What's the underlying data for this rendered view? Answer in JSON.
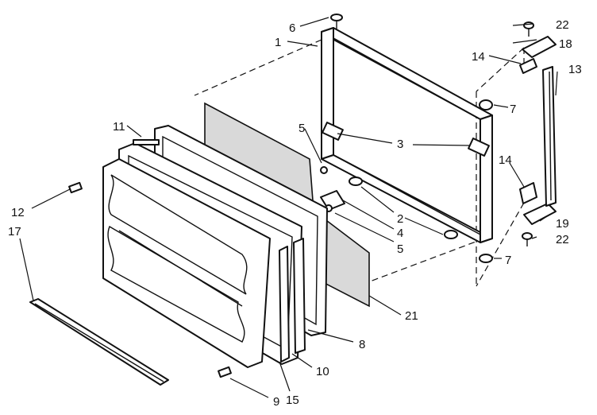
{
  "diagram": {
    "callouts": [
      {
        "id": "c1",
        "text": "1"
      },
      {
        "id": "c2",
        "text": "2"
      },
      {
        "id": "c3",
        "text": "3"
      },
      {
        "id": "c4",
        "text": "4"
      },
      {
        "id": "c5a",
        "text": "5"
      },
      {
        "id": "c5b",
        "text": "5"
      },
      {
        "id": "c6",
        "text": "6"
      },
      {
        "id": "c7a",
        "text": "7"
      },
      {
        "id": "c7b",
        "text": "7"
      },
      {
        "id": "c8",
        "text": "8"
      },
      {
        "id": "c9",
        "text": "9"
      },
      {
        "id": "c10",
        "text": "10"
      },
      {
        "id": "c11",
        "text": "11"
      },
      {
        "id": "c12",
        "text": "12"
      },
      {
        "id": "c13",
        "text": "13"
      },
      {
        "id": "c14a",
        "text": "14"
      },
      {
        "id": "c14b",
        "text": "14"
      },
      {
        "id": "c15",
        "text": "15"
      },
      {
        "id": "c17",
        "text": "17"
      },
      {
        "id": "c18",
        "text": "18"
      },
      {
        "id": "c19",
        "text": "19"
      },
      {
        "id": "c21",
        "text": "21"
      },
      {
        "id": "c22a",
        "text": "22"
      },
      {
        "id": "c22b",
        "text": "22"
      }
    ]
  }
}
